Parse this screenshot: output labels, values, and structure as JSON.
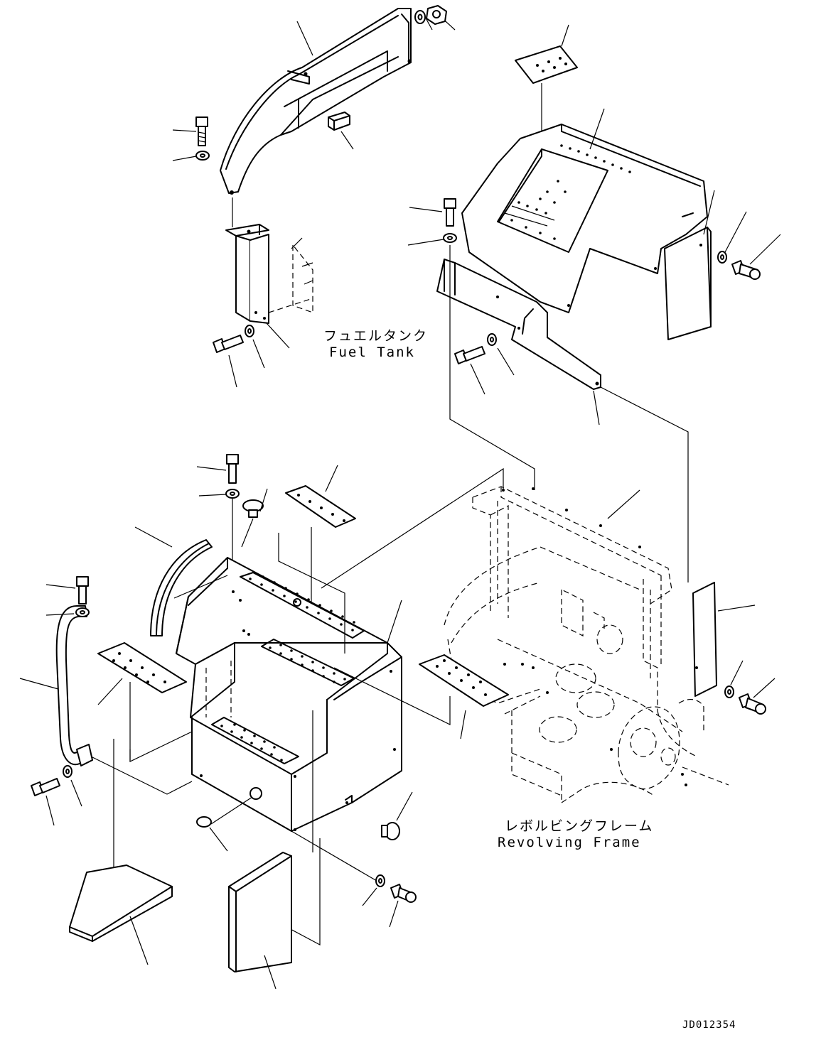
{
  "labels": {
    "fuel_tank_jp": "フュエルタンク",
    "fuel_tank_en": "Fuel Tank",
    "revolving_frame_jp": "レボルビングフレーム",
    "revolving_frame_en": "Revolving Frame",
    "drawing_code": "JD012354"
  },
  "icons": [
    "bolt-icon",
    "washer-icon",
    "nut-icon",
    "grommet-icon",
    "plate-icon"
  ]
}
